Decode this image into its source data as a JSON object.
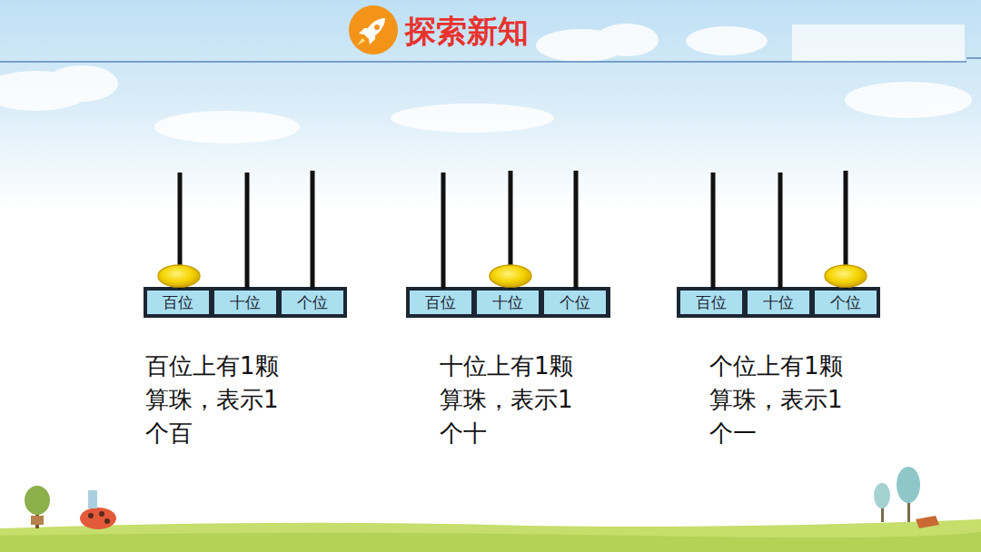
{
  "diagram": {
    "title": "探索新知",
    "nodes": [
      {
        "text": [
          "百位"
        ]
      },
      {
        "text": [
          "十位"
        ]
      },
      {
        "text": [
          "个位"
        ]
      },
      {
        "text": [
          "百位"
        ]
      },
      {
        "text": [
          "十位"
        ]
      },
      {
        "text": [
          "个位"
        ]
      },
      {
        "text": [
          "百位"
        ]
      },
      {
        "text": [
          "十位"
        ]
      },
      {
        "text": [
          "个位"
        ]
      }
    ],
    "labels": [
      "百位上有1颗算珠，表示1个百",
      "十位上有1颗算珠，表示1个十",
      "个位上有1颗算珠，表示1个一"
    ]
  }
}
